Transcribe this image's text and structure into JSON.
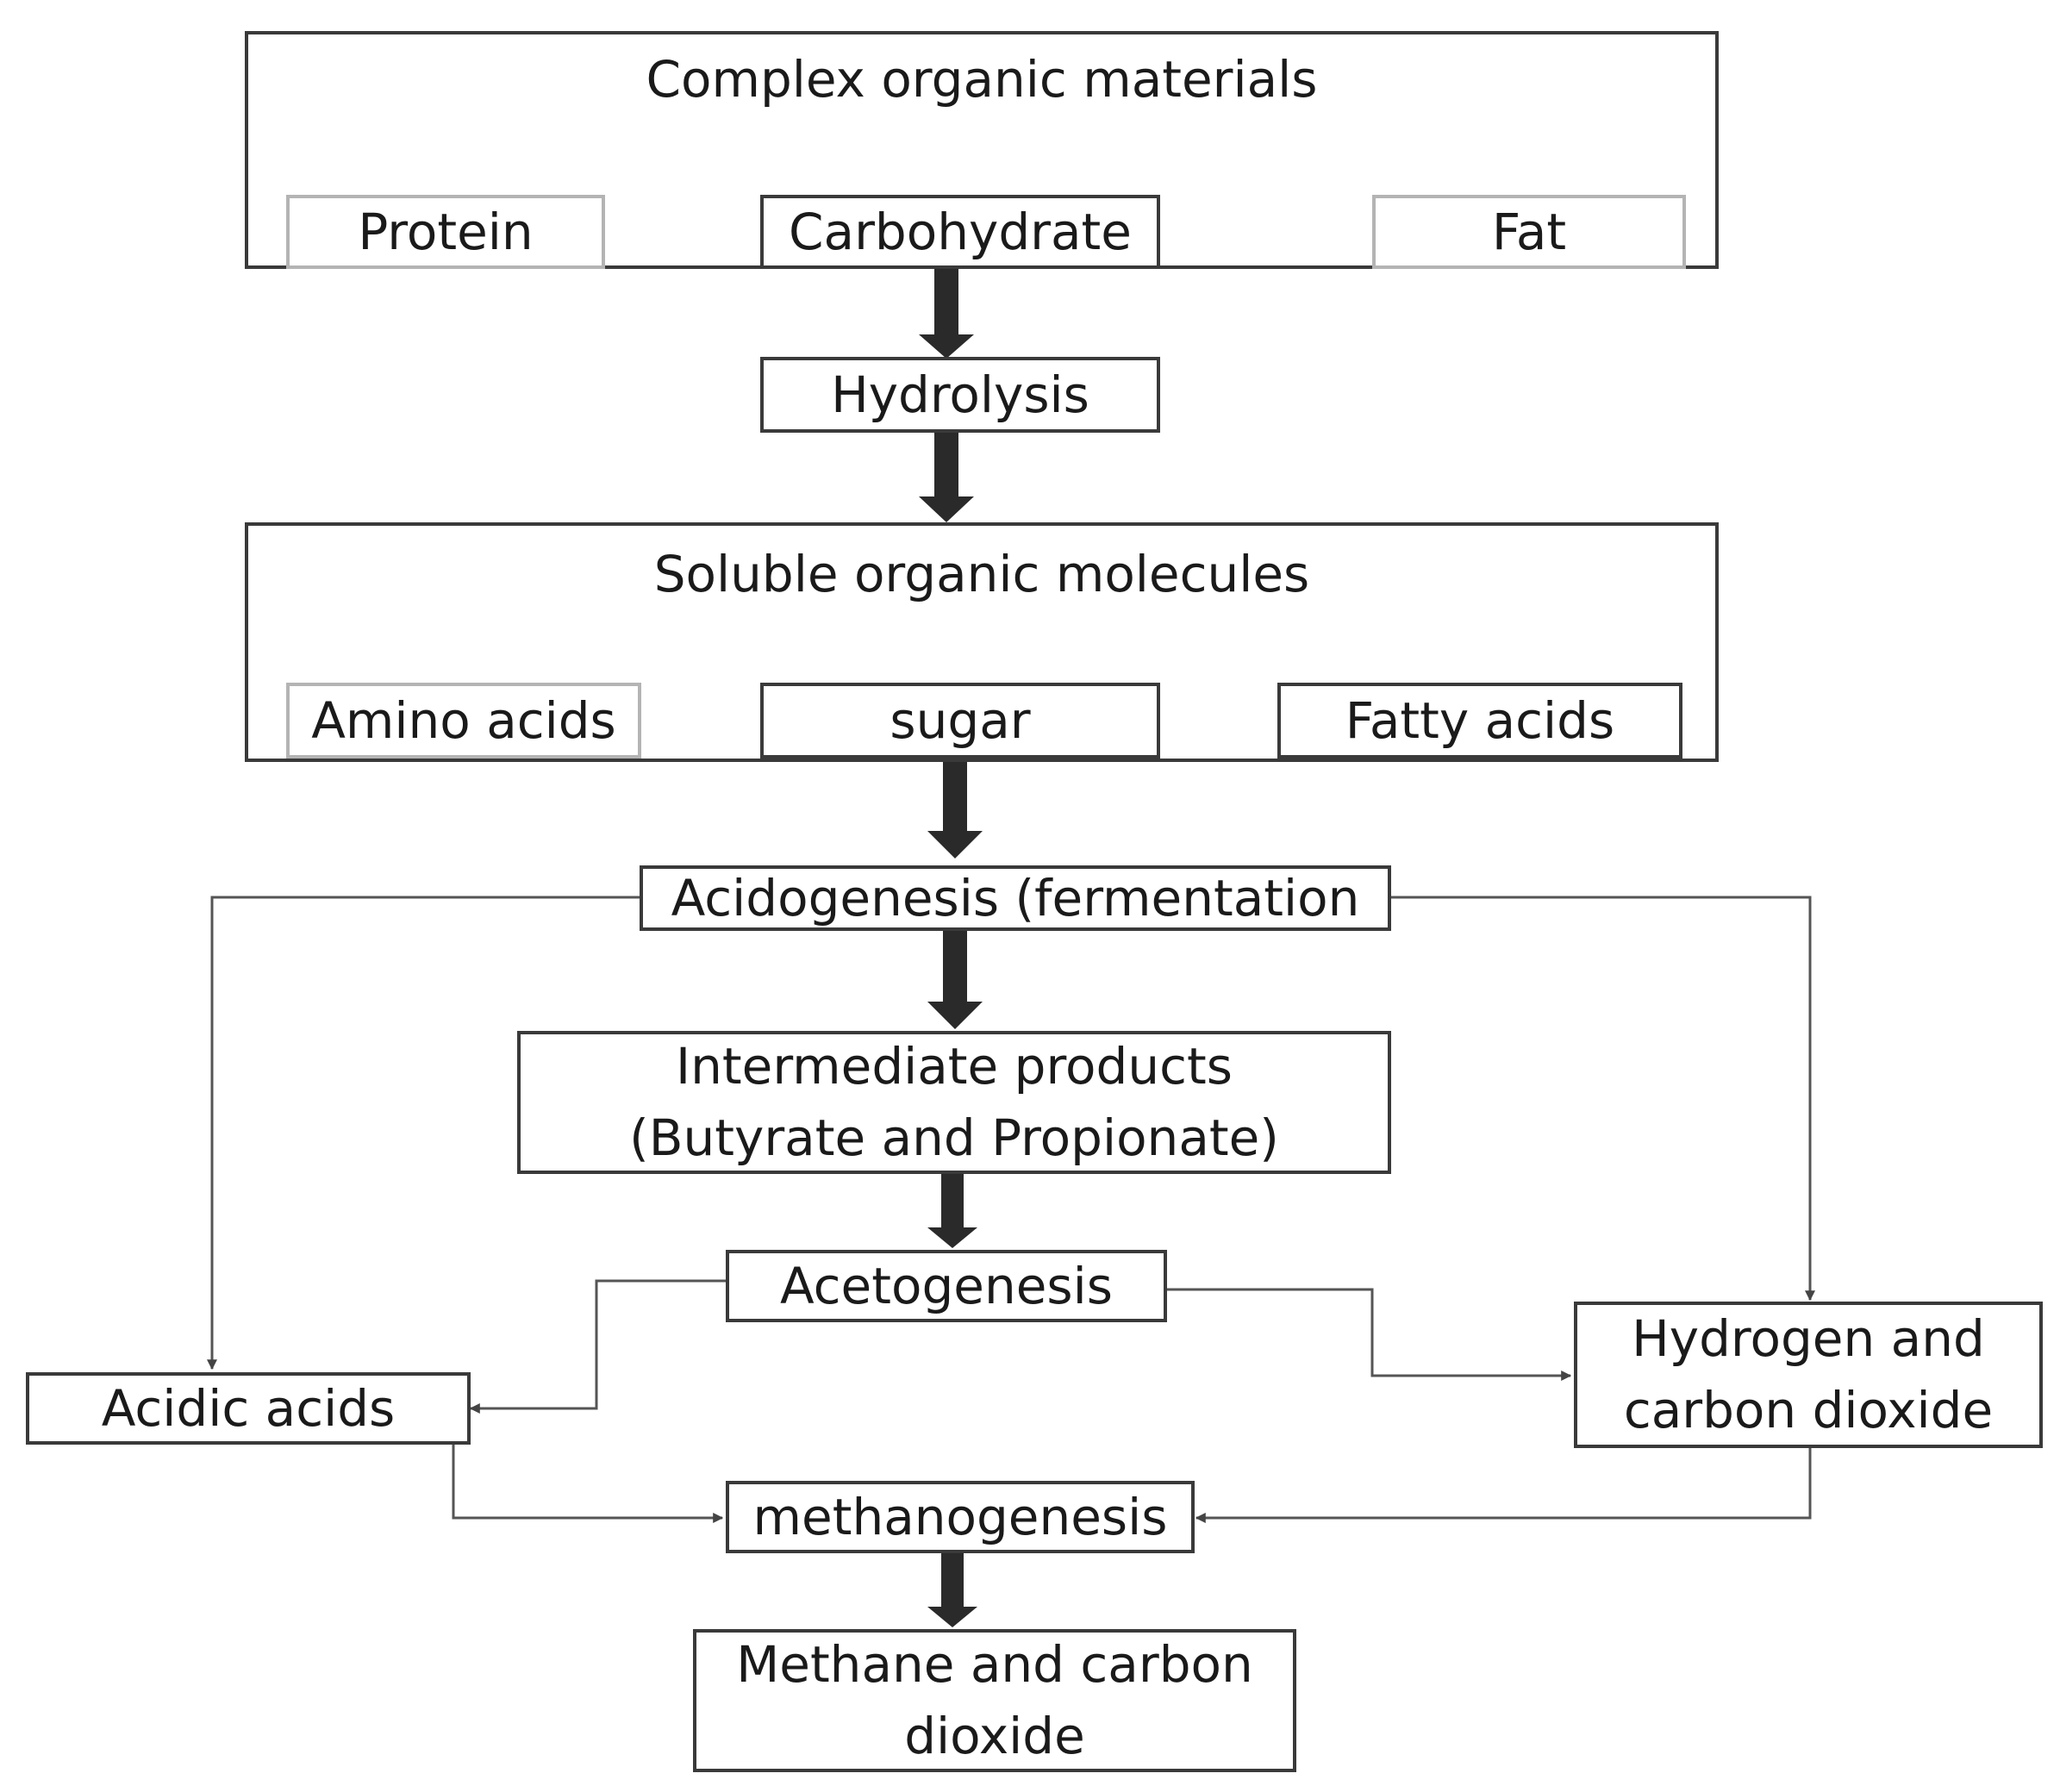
{
  "complex": {
    "title": "Complex organic materials",
    "protein": "Protein",
    "carbohydrate": "Carbohydrate",
    "fat": "Fat"
  },
  "hydrolysis": "Hydrolysis",
  "soluble": {
    "title": "Soluble organic molecules",
    "amino_acids": "Amino acids",
    "sugar": "sugar",
    "fatty_acids": "Fatty acids"
  },
  "acidogenesis": "Acidogenesis (fermentation",
  "intermediate": {
    "line1": "Intermediate products",
    "line2": "(Butyrate and Propionate)"
  },
  "acetogenesis": "Acetogenesis",
  "acidic_acids": "Acidic acids",
  "hydrogen": {
    "line1": "Hydrogen and",
    "line2": "carbon dioxide"
  },
  "methanogenesis": "methanogenesis",
  "methane": {
    "line1": "Methane and carbon",
    "line2": "dioxide"
  }
}
